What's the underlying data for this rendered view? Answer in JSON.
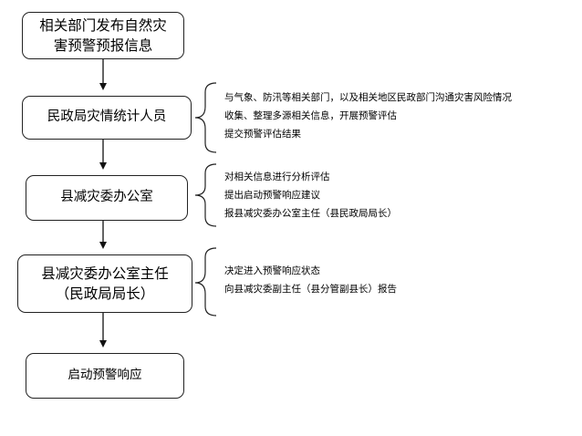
{
  "nodes": [
    {
      "id": "n1",
      "lines": [
        "相关部门发布自然灾",
        "害预警预报信息"
      ]
    },
    {
      "id": "n2",
      "lines": [
        "民政局灾情统计人员"
      ]
    },
    {
      "id": "n3",
      "lines": [
        "县减灾委办公室"
      ]
    },
    {
      "id": "n4",
      "lines": [
        "县减灾委办公室主任",
        "（民政局局长）"
      ]
    },
    {
      "id": "n5",
      "lines": [
        "启动预警响应"
      ]
    }
  ],
  "notes": [
    {
      "for": "n2",
      "lines": [
        "与气象、防汛等相关部门，以及相关地区民政部门沟通灾害风险情况",
        "收集、整理多源相关信息，开展预警评估",
        "提交预警评估结果"
      ]
    },
    {
      "for": "n3",
      "lines": [
        "对相关信息进行分析评估",
        "提出启动预警响应建议",
        "报县减灾委办公室主任（县民政局局长）"
      ]
    },
    {
      "for": "n4",
      "lines": [
        "决定进入预警响应状态",
        "向县减灾委副主任（县分管副县长）报告"
      ]
    }
  ]
}
